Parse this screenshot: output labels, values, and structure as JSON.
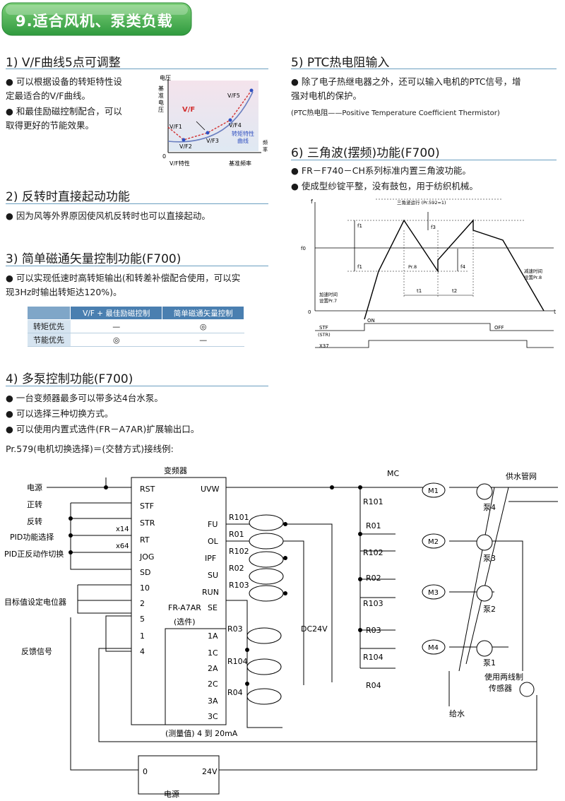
{
  "banner": {
    "title": "9.适合风机、泵类负载",
    "color": "#3aa84a"
  },
  "sections": {
    "s1": {
      "title": "1)  V/F曲线5点可调整",
      "bullets": [
        "●  可以根据设备的转矩特性设定最适合的V/F曲线。",
        "●  和最佳励磁控制配合，可以取得更好的节能效果。"
      ],
      "line1": "●  可以根据设备的转矩特性设",
      "line2": "定最适合的V/F曲线。",
      "line3": "●  和最佳励磁控制配合，可以",
      "line4": "取得更好的节能效果。",
      "chart": {
        "y_label_top": "电压",
        "y_label": "基准电压",
        "y_chars": [
          "基",
          "准",
          "电",
          "压"
        ],
        "curve_label": "V/F",
        "points": [
          "V/F1",
          "V/F2",
          "V/F3",
          "V/F4",
          "V/F5"
        ],
        "annotation": "转矩特性曲线",
        "annotation_l1": "转矩特性",
        "annotation_l2": "曲线",
        "x_label_right_1": "频",
        "x_label_right_2": "率",
        "origin": "0",
        "caption": "V/F特性",
        "x_axis_label": "基准频率"
      }
    },
    "s2": {
      "title": "2)  反转时直接起动功能",
      "line1": "●  因为风等外界原因使风机反转时也可以直接起动。"
    },
    "s3": {
      "title": "3)  简单磁通矢量控制功能(F700)",
      "line1": "● 可以实现低速时高转矩输出(和转差补偿配合使用，可以实",
      "line2": "现3Hz时输出转矩达120%)。",
      "table": {
        "headers": [
          "",
          "V/F + 最佳励磁控制",
          "简单磁通矢量控制"
        ],
        "rows": [
          [
            "转矩优先",
            "—",
            "◎"
          ],
          [
            "节能优先",
            "◎",
            "—"
          ]
        ]
      }
    },
    "s4": {
      "title": "4)  多泵控制功能(F700)",
      "line1": "●  一台变频器最多可以带多达4台水泵。",
      "line2": "●  可以选择三种切换方式。",
      "line3": "●  可以使用内置式选件(FR－A7AR)扩展输出口。",
      "example": "Pr.579(电机切换选择)＝(交替方式)接线例:"
    },
    "s5": {
      "title": "5)  PTC热电阻输入",
      "line1": "●  除了电子热继电器之外，还可以输入电机的PTC信号，增",
      "line2": "强对电机的保护。",
      "note": "(PTC热电阻——Positive Temperature Coefficient Thermistor)"
    },
    "s6": {
      "title": "6)  三角波(摆频)功能(F700)",
      "line1": "●  FR－F740－CH系列标准内置三角波功能。",
      "line2": "●  使成型纱锭平整，没有鼓包，用于纺织机械。",
      "chart": {
        "y_axis": "f",
        "x_axis": "t",
        "top_label": "三角波运行 (Pr.592=1)",
        "f0": "f0",
        "origin": "0",
        "f1a": "f1",
        "f1b": "f1",
        "f3": "f3",
        "f4": "f4",
        "pr8_mid": "Pr.8",
        "t1": "t1",
        "t2": "t2",
        "accel_l1": "加速时间",
        "accel_l2": "设置Pr.7",
        "decel_l1": "减速时间",
        "decel_l2": "设置Pr.8",
        "stf": "STF",
        "str": "(STR)",
        "on": "ON",
        "off": "OFF",
        "x37": "X37"
      }
    }
  },
  "wiring": {
    "inverter": "变频器",
    "power": "电源",
    "forward": "正转",
    "reverse": "反转",
    "pid_select": "PID功能选择",
    "pid_switch": "PID正反动作切换",
    "pot": "目标值设定电位器",
    "feedback": "反馈信号",
    "terms_left": [
      "RST",
      "STF",
      "STR",
      "RT",
      "JOG",
      "SD",
      "10",
      "2",
      "5",
      "1",
      "4"
    ],
    "x14": "x14",
    "x64": "x64",
    "uvw": "UVW",
    "terms_out": [
      "FU",
      "OL",
      "IPF",
      "SU",
      "RUN",
      "SE"
    ],
    "relays_out": [
      "R101",
      "R01",
      "R102",
      "R02",
      "R103"
    ],
    "option": "FR-A7AR",
    "option_sub": "(选件)",
    "terms_opt": [
      "1A",
      "1C",
      "2A",
      "2C",
      "3A",
      "3C"
    ],
    "relays_opt": [
      "R03",
      "R104",
      "R04"
    ],
    "dc24": "DC24V",
    "mc": "MC",
    "motors": [
      "M1",
      "M2",
      "M3",
      "M4"
    ],
    "contacts_a": [
      "R101",
      "R102",
      "R103",
      "R104"
    ],
    "contacts_b": [
      "R01",
      "R02",
      "R03",
      "R04"
    ],
    "pumps": [
      "泵4",
      "泵3",
      "泵2",
      "泵1"
    ],
    "supply": "供水管网",
    "inlet": "给水",
    "sensor_l1": "使用两线制",
    "sensor_l2": "传感器",
    "measure": "(测量值) 4 到 20mA",
    "psu_0": "0",
    "psu_24": "24V",
    "psu_label": "电源"
  }
}
